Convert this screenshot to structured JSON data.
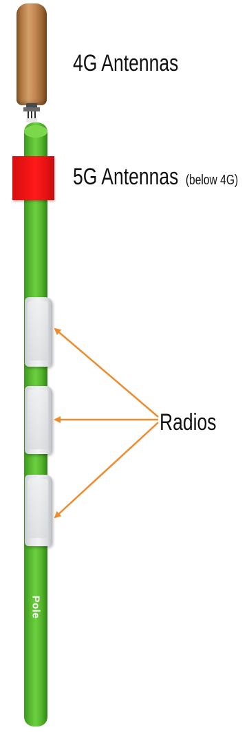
{
  "labels": {
    "antenna_4g": "4G Antennas",
    "antenna_5g": "5G Antennas",
    "antenna_5g_note": "(below 4G)",
    "radios": "Radios",
    "pole": "Pole"
  },
  "colors": {
    "pole_green": "#5cbd33",
    "antenna_5g_red": "#f01414",
    "antenna_4g_brown": "#b27a46",
    "radio_grey": "#e6e8ea",
    "arrow_orange": "#ef8b2c"
  }
}
